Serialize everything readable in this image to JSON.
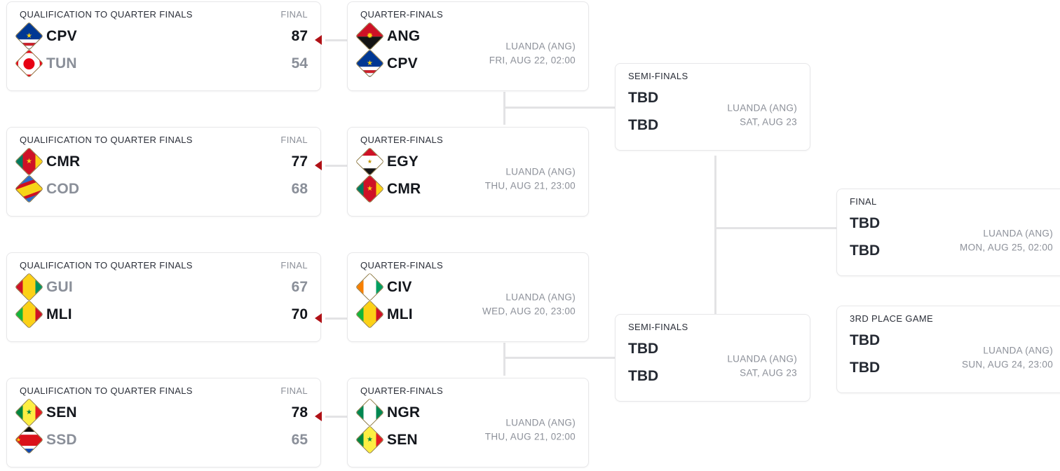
{
  "labels": {
    "qualification": "QUALIFICATION TO QUARTER FINALS",
    "final_col": "FINAL",
    "quarter_finals": "QUARTER-FINALS",
    "semi_finals": "SEMI-FINALS",
    "final": "FINAL",
    "third_place": "3RD PLACE GAME",
    "tbd": "TBD"
  },
  "colors": {
    "winner_arrow": "#b01116",
    "connector": "#e3e3e5",
    "card_border": "#e7e7e9",
    "text_dark": "#13161c",
    "text_muted": "#8a8f99"
  },
  "qualification": [
    {
      "title": "QUALIFICATION TO QUARTER FINALS",
      "final_label": "FINAL",
      "teams": [
        {
          "abbr": "CPV",
          "score": "87",
          "winner": true,
          "flag": "cpv"
        },
        {
          "abbr": "TUN",
          "score": "54",
          "winner": false,
          "flag": "tun"
        }
      ]
    },
    {
      "title": "QUALIFICATION TO QUARTER FINALS",
      "final_label": "FINAL",
      "teams": [
        {
          "abbr": "CMR",
          "score": "77",
          "winner": true,
          "flag": "cmr"
        },
        {
          "abbr": "COD",
          "score": "68",
          "winner": false,
          "flag": "cod"
        }
      ]
    },
    {
      "title": "QUALIFICATION TO QUARTER FINALS",
      "final_label": "FINAL",
      "teams": [
        {
          "abbr": "GUI",
          "score": "67",
          "winner": false,
          "flag": "gui"
        },
        {
          "abbr": "MLI",
          "score": "70",
          "winner": true,
          "flag": "mli"
        }
      ]
    },
    {
      "title": "QUALIFICATION TO QUARTER FINALS",
      "final_label": "FINAL",
      "teams": [
        {
          "abbr": "SEN",
          "score": "78",
          "winner": true,
          "flag": "sen"
        },
        {
          "abbr": "SSD",
          "score": "65",
          "winner": false,
          "flag": "ssd"
        }
      ]
    }
  ],
  "quarter_finals": [
    {
      "title": "QUARTER-FINALS",
      "venue": "LUANDA (ANG)",
      "datetime": "FRI, AUG 22, 02:00",
      "teams": [
        {
          "abbr": "ANG",
          "flag": "ang"
        },
        {
          "abbr": "CPV",
          "flag": "cpv"
        }
      ]
    },
    {
      "title": "QUARTER-FINALS",
      "venue": "LUANDA (ANG)",
      "datetime": "THU, AUG 21, 23:00",
      "teams": [
        {
          "abbr": "EGY",
          "flag": "egy"
        },
        {
          "abbr": "CMR",
          "flag": "cmr"
        }
      ]
    },
    {
      "title": "QUARTER-FINALS",
      "venue": "LUANDA (ANG)",
      "datetime": "WED, AUG 20, 23:00",
      "teams": [
        {
          "abbr": "CIV",
          "flag": "civ"
        },
        {
          "abbr": "MLI",
          "flag": "mli"
        }
      ]
    },
    {
      "title": "QUARTER-FINALS",
      "venue": "LUANDA (ANG)",
      "datetime": "THU, AUG 21, 02:00",
      "teams": [
        {
          "abbr": "NGR",
          "flag": "ngr"
        },
        {
          "abbr": "SEN",
          "flag": "sen"
        }
      ]
    }
  ],
  "semi_finals": [
    {
      "title": "SEMI-FINALS",
      "venue": "LUANDA (ANG)",
      "datetime": "SAT, AUG 23",
      "teams": [
        {
          "abbr": "TBD"
        },
        {
          "abbr": "TBD"
        }
      ]
    },
    {
      "title": "SEMI-FINALS",
      "venue": "LUANDA (ANG)",
      "datetime": "SAT, AUG 23",
      "teams": [
        {
          "abbr": "TBD"
        },
        {
          "abbr": "TBD"
        }
      ]
    }
  ],
  "final_game": {
    "title": "FINAL",
    "venue": "LUANDA (ANG)",
    "datetime": "MON, AUG 25, 02:00",
    "teams": [
      {
        "abbr": "TBD"
      },
      {
        "abbr": "TBD"
      }
    ]
  },
  "third_place_game": {
    "title": "3RD PLACE GAME",
    "venue": "LUANDA (ANG)",
    "datetime": "SUN, AUG 24, 23:00",
    "teams": [
      {
        "abbr": "TBD"
      },
      {
        "abbr": "TBD"
      }
    ]
  }
}
